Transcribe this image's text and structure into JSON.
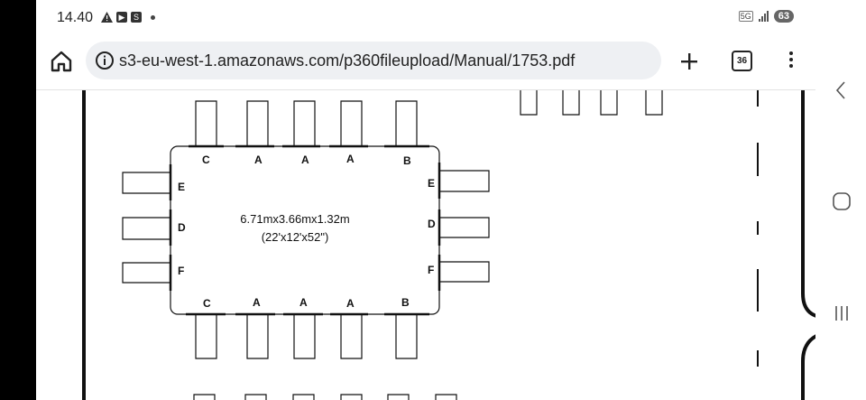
{
  "status_bar": {
    "time": "14.40",
    "icons": [
      "warning-icon",
      "youtube-icon",
      "s-app-icon"
    ],
    "network": "5G",
    "battery": "63"
  },
  "browser": {
    "url": "s3-eu-west-1.amazonaws.com/p360fileupload/Manual/1753.pdf",
    "tab_count": "36"
  },
  "diagram": {
    "dimensions_metric": "6.71mx3.66mx1.32m",
    "dimensions_imperial": "(22'x12'x52\")",
    "top_labels": [
      "C",
      "A",
      "A",
      "A",
      "B"
    ],
    "bottom_labels": [
      "C",
      "A",
      "A",
      "A",
      "B"
    ],
    "left_labels": [
      "E",
      "D",
      "F"
    ],
    "right_labels": [
      "E",
      "D",
      "F"
    ]
  }
}
